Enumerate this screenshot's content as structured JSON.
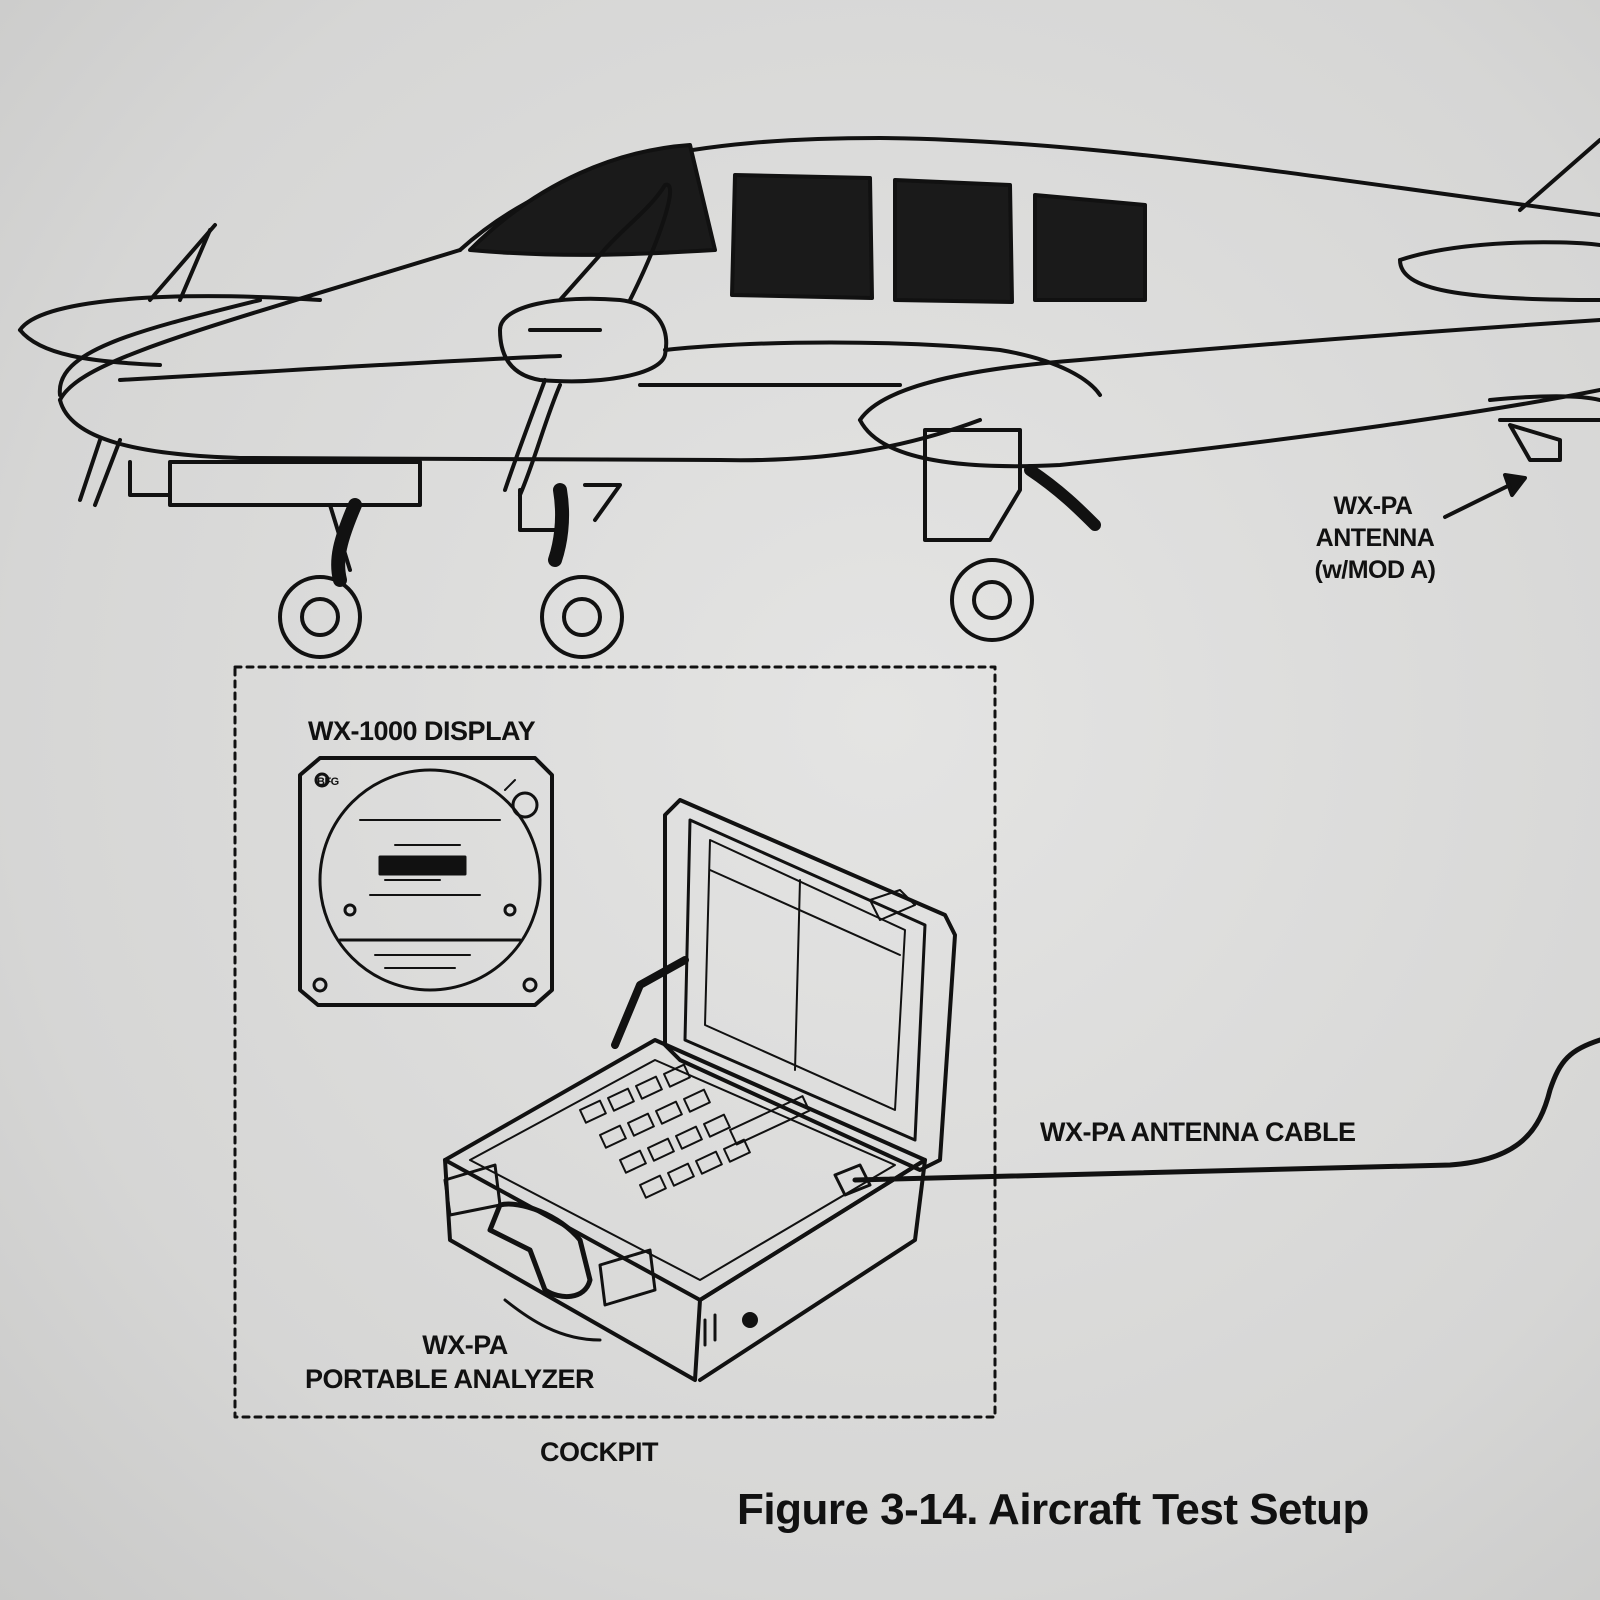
{
  "labels": {
    "antenna_line1": "WX-PA",
    "antenna_line2": "ANTENNA",
    "antenna_line3": "(w/MOD A)",
    "display": "WX-1000 DISPLAY",
    "cable": "WX-PA ANTENNA CABLE",
    "analyzer_line1": "WX-PA",
    "analyzer_line2": "PORTABLE ANALYZER",
    "cockpit": "COCKPIT"
  },
  "caption": "Figure 3-14. Aircraft Test Setup",
  "display_panel": {
    "corner_label": "BFG"
  },
  "colors": {
    "ink": "#111111",
    "paper": "#dcdcdb"
  }
}
